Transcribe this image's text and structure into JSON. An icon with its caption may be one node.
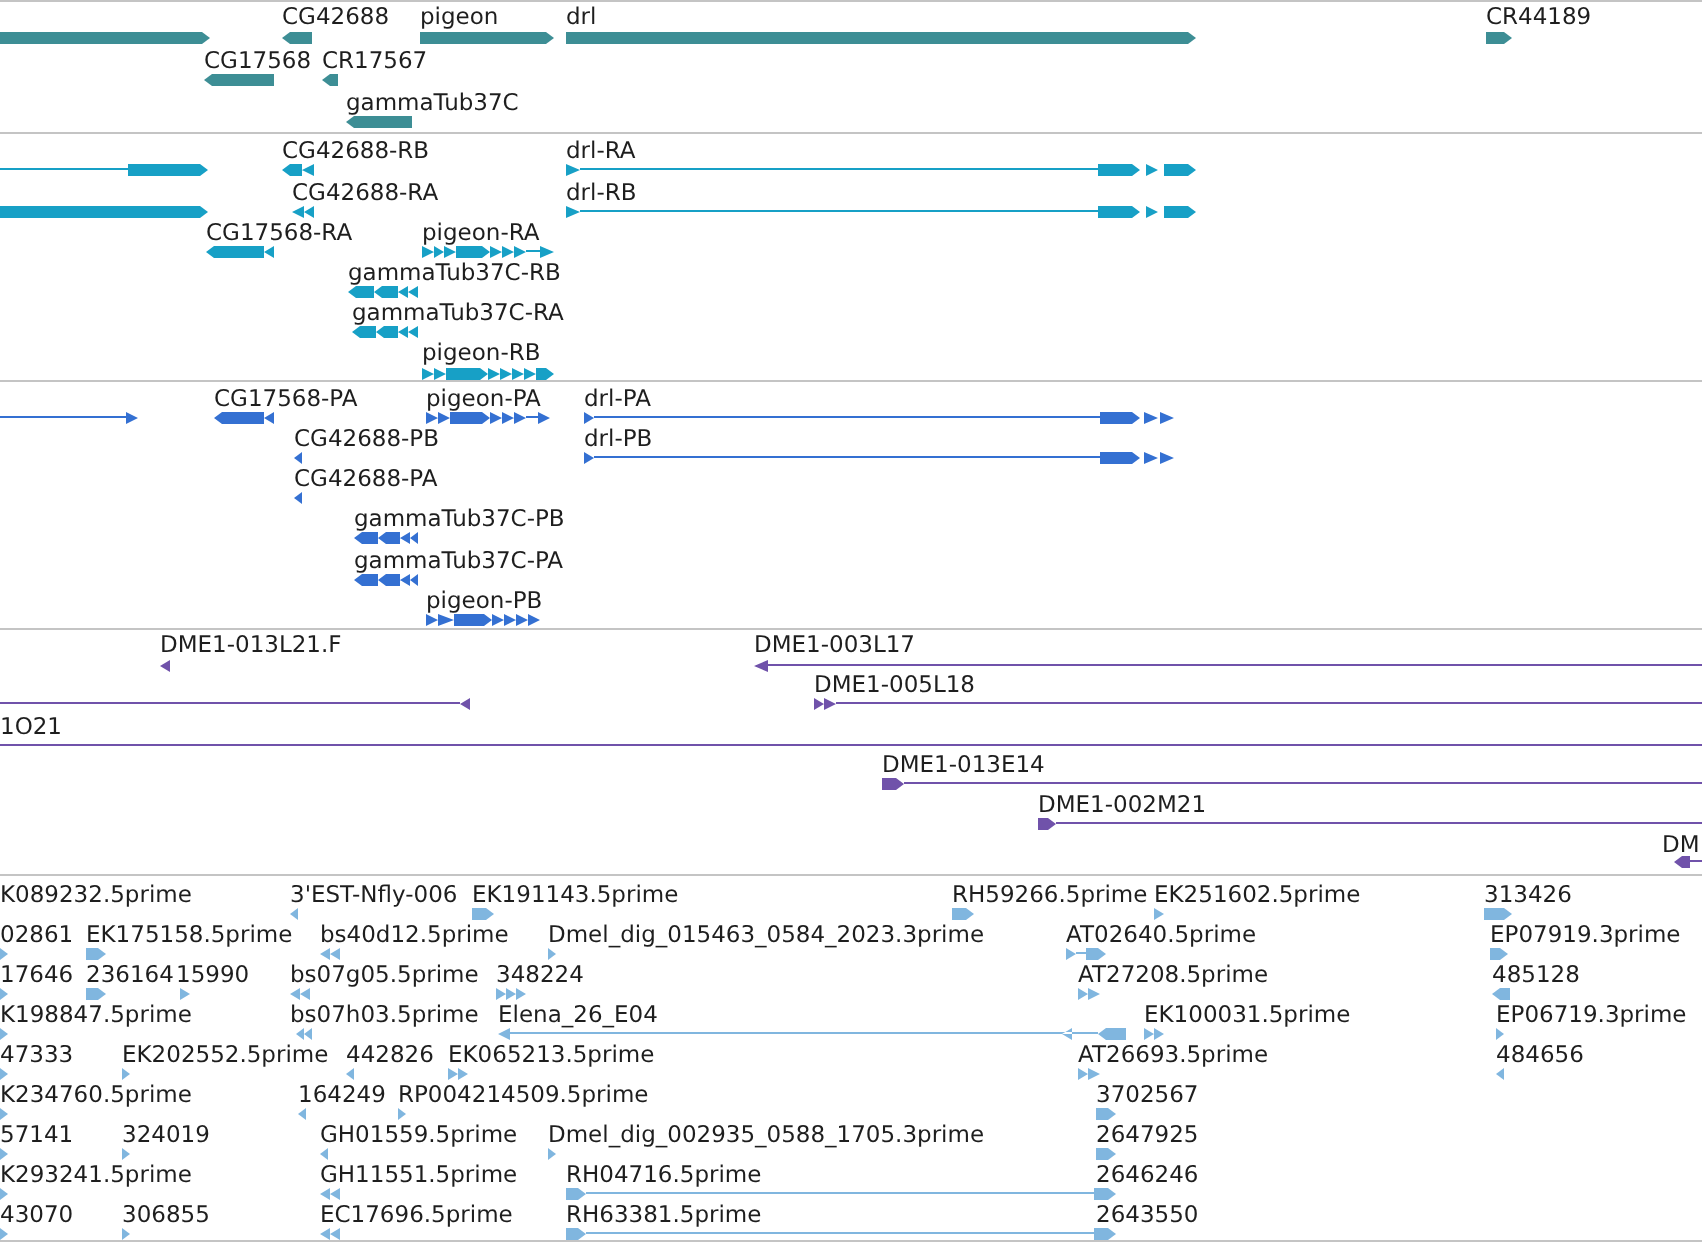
{
  "diagram": {
    "labels": [
      "CG42688",
      "pigeon",
      "drl",
      "CR44189",
      "CG17568",
      "CR17567",
      "gammaTub37C",
      "CG42688-RB",
      "drl-RA",
      "CG42688-RA",
      "drl-RB",
      "CG17568-RA",
      "pigeon-RA",
      "gammaTub37C-RB",
      "gammaTub37C-RA",
      "pigeon-RB",
      "CG17568-PA",
      "pigeon-PA",
      "drl-PA",
      "CG42688-PB",
      "drl-PB",
      "CG42688-PA",
      "gammaTub37C-PB",
      "gammaTub37C-PA",
      "pigeon-PB",
      "DME1-013L21.F",
      "DME1-003L17",
      "DME1-005L18",
      "1O21",
      "DME1-013E14",
      "DME1-002M21",
      "DM",
      "K089232.5prime",
      "3'EST-Nfly-006",
      "EK191143.5prime",
      "RH59266.5prime",
      "EK251602.5prime",
      "313426",
      "02861",
      "EK175158.5prime",
      "bs40d12.5prime",
      "Dmel_dig_015463_0584_2023.3prime",
      "AT02640.5prime",
      "EP07919.3prime",
      "17646",
      "236164",
      "15990",
      "bs07g05.5prime",
      "348224",
      "AT27208.5prime",
      "485128",
      "K198847.5prime",
      "bs07h03.5prime",
      "Elena_26_E04",
      "EK100031.5prime",
      "EP06719.3prime",
      "47333",
      "EK202552.5prime",
      "442826",
      "EK065213.5prime",
      "AT26693.5prime",
      "484656",
      "K234760.5prime",
      "164249",
      "RP004214509.5prime",
      "3702567",
      "57141",
      "324019",
      "GH01559.5prime",
      "Dmel_dig_002935_0588_1705.3prime",
      "2647925",
      "K293241.5prime",
      "GH11551.5prime",
      "RH04716.5prime",
      "2646246",
      "43070",
      "306855",
      "EC17696.5prime",
      "RH63381.5prime",
      "2643550"
    ]
  }
}
